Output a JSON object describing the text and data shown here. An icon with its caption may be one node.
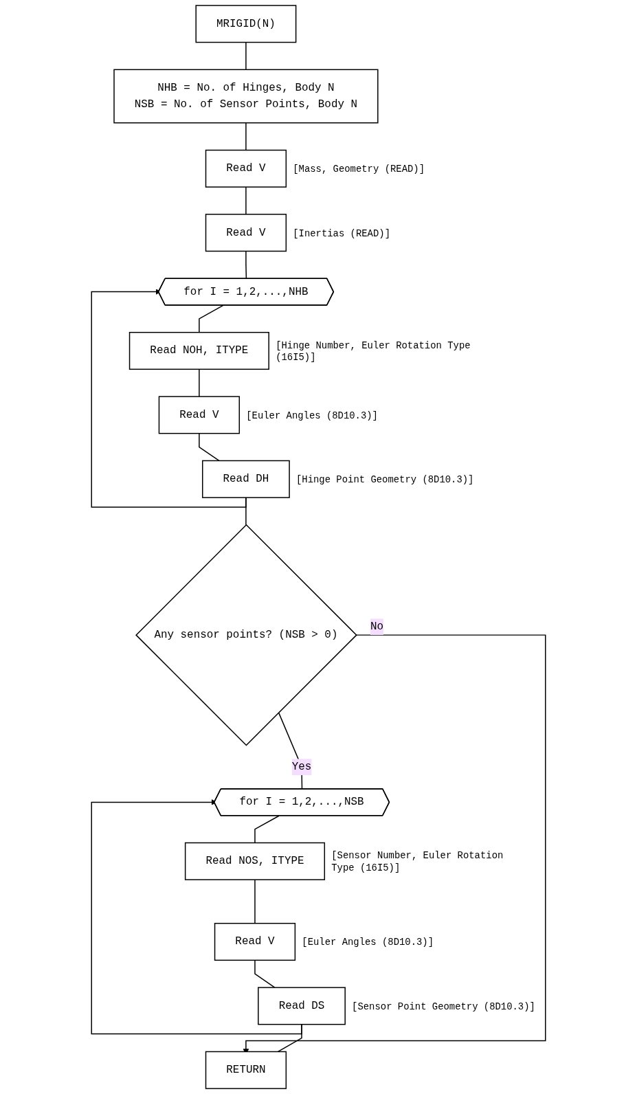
{
  "diagram": {
    "nodes": [
      {
        "text": [
          "MRIGID(N)"
        ]
      },
      {
        "text": [
          "NHB = No. of Hinges, Body N",
          "NSB = No. of Sensor Points, Body N"
        ]
      },
      {
        "text": [
          "Read V"
        ],
        "beside": [
          "[Mass, Geometry (READ)]"
        ]
      },
      {
        "text": [
          "Read V"
        ],
        "beside": [
          "[Inertias (READ)]"
        ]
      },
      {
        "text": [
          "for I = 1,2,...,NHB"
        ]
      },
      {
        "text": [
          "Read NOH, ITYPE"
        ],
        "beside": [
          "[Hinge Number, Euler Rotation Type (16I5)]"
        ]
      },
      {
        "text": [
          "Read V"
        ],
        "beside": [
          "[Euler Angles (8D10.3)]"
        ]
      },
      {
        "text": [
          "Read DH"
        ],
        "beside": [
          "[Hinge Point Geometry (8D10.3)]"
        ]
      },
      {
        "text": [
          "Any sensor points? (NSB > 0)"
        ]
      },
      {
        "text": [
          "for I = 1,2,...,NSB"
        ]
      },
      {
        "text": [
          "Read NOS, ITYPE"
        ],
        "beside": [
          "[Sensor Number, Euler Rotation Type (16I5)]"
        ]
      },
      {
        "text": [
          "Read V"
        ],
        "beside": [
          "[Euler Angles (8D10.3)]"
        ]
      },
      {
        "text": [
          "Read DS"
        ],
        "beside": [
          "[Sensor Point Geometry (8D10.3)]"
        ]
      },
      {
        "text": [
          "RETURN"
        ]
      }
    ],
    "edges": [
      {
        "from": 0,
        "to": 1,
        "arrow": "none"
      },
      {
        "from": 1,
        "to": 2,
        "arrow": "none"
      },
      {
        "from": 2,
        "to": 3,
        "arrow": "none"
      },
      {
        "from": 3,
        "to": 4,
        "arrow": "none"
      },
      {
        "from": 4,
        "to": 5,
        "arrow": "none"
      },
      {
        "from": 5,
        "to": 6,
        "arrow": "none"
      },
      {
        "from": 6,
        "to": 7,
        "arrow": "none"
      },
      {
        "from": 7,
        "to": 4,
        "arrow": "to"
      },
      {
        "from": 7,
        "to": 8,
        "arrow": "none"
      },
      {
        "from": 8,
        "to": 9,
        "label": "Yes",
        "arrow": "none"
      },
      {
        "from": 8,
        "to": 13,
        "label": "No",
        "arrow": "to"
      },
      {
        "from": 9,
        "to": 10,
        "arrow": "none"
      },
      {
        "from": 10,
        "to": 11,
        "arrow": "none"
      },
      {
        "from": 11,
        "to": 12,
        "arrow": "none"
      },
      {
        "from": 12,
        "to": 9,
        "arrow": "to"
      },
      {
        "from": 12,
        "to": 13,
        "arrow": "none"
      }
    ]
  }
}
